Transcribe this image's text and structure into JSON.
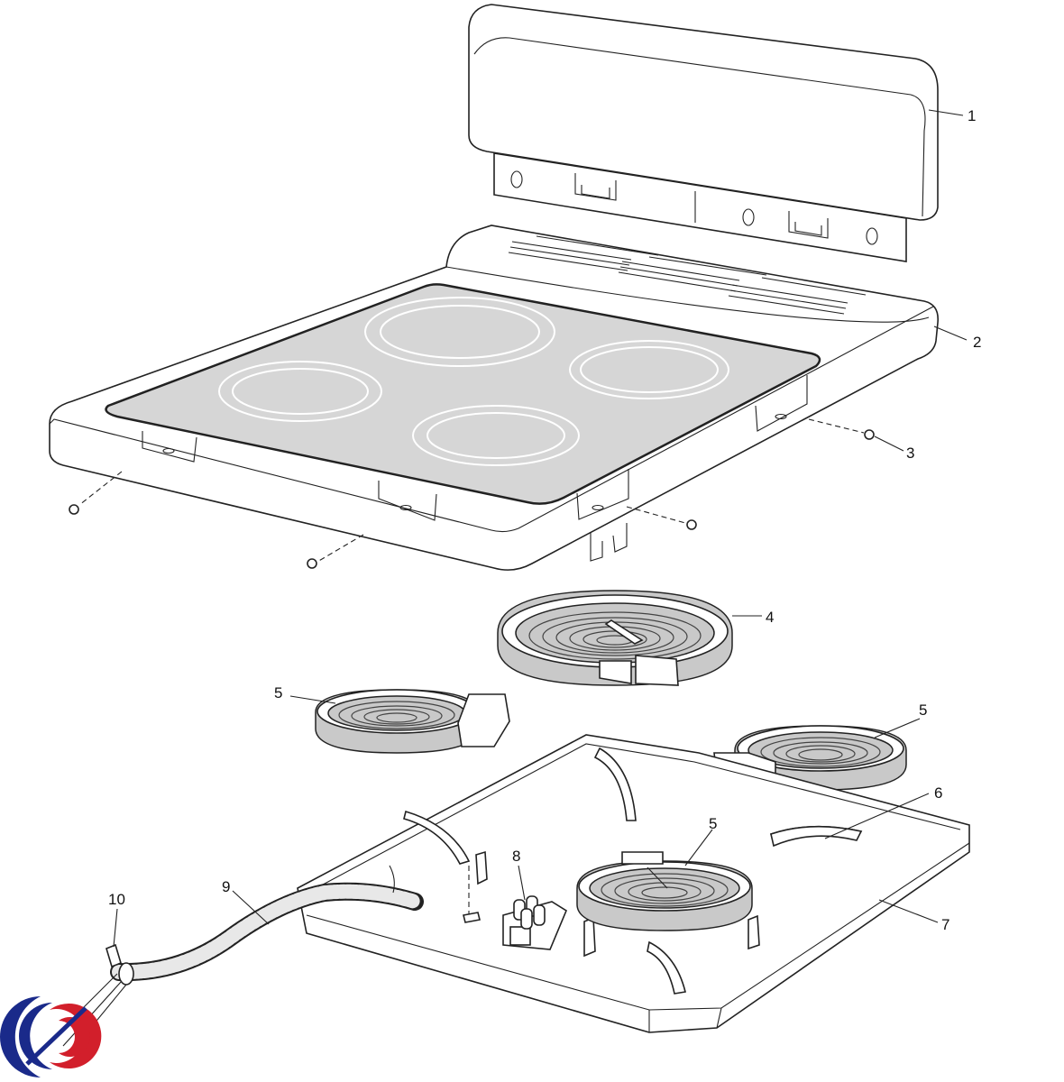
{
  "parts": [
    {
      "id": "1"
    },
    {
      "id": "2"
    },
    {
      "id": "3"
    },
    {
      "id": "4"
    },
    {
      "id": "5"
    },
    {
      "id": "5"
    },
    {
      "id": "5"
    },
    {
      "id": "6"
    },
    {
      "id": "7"
    },
    {
      "id": "8"
    },
    {
      "id": "9"
    },
    {
      "id": "10"
    }
  ],
  "colors": {
    "logo_blue": "#1a2a8a",
    "logo_red": "#d21f2b",
    "glass": "#d6d6d6",
    "line": "#222222"
  }
}
